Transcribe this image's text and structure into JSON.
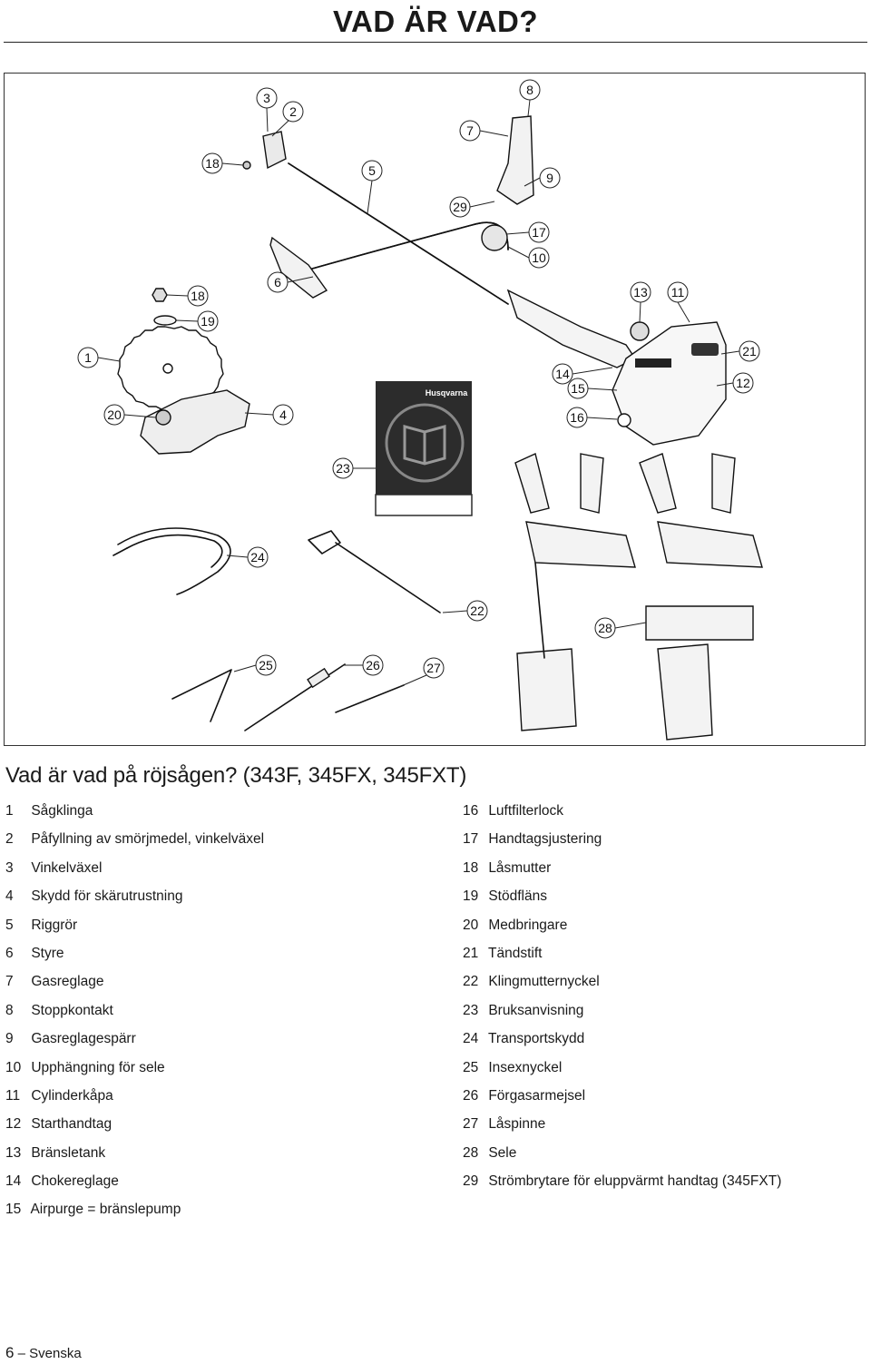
{
  "title": "VAD ÄR VAD?",
  "section_heading": "Vad är vad på röjsågen? (343F, 345FX, 345FXT)",
  "callouts": [
    "1",
    "2",
    "3",
    "4",
    "5",
    "6",
    "7",
    "8",
    "9",
    "10",
    "11",
    "12",
    "13",
    "14",
    "15",
    "16",
    "17",
    "18",
    "19",
    "20",
    "21",
    "22",
    "23",
    "24",
    "25",
    "26",
    "27",
    "28",
    "29"
  ],
  "brand_label": "Husqvarna",
  "parts_left": [
    {
      "num": "1",
      "label": "Sågklinga"
    },
    {
      "num": "2",
      "label": "Påfyllning av smörjmedel, vinkelväxel"
    },
    {
      "num": "3",
      "label": "Vinkelväxel"
    },
    {
      "num": "4",
      "label": "Skydd för skärutrustning"
    },
    {
      "num": "5",
      "label": "Riggrör"
    },
    {
      "num": "6",
      "label": "Styre"
    },
    {
      "num": "7",
      "label": "Gasreglage"
    },
    {
      "num": "8",
      "label": "Stoppkontakt"
    },
    {
      "num": "9",
      "label": "Gasreglagespärr"
    },
    {
      "num": "10",
      "label": "Upphängning för sele"
    },
    {
      "num": "11",
      "label": "Cylinderkåpa"
    },
    {
      "num": "12",
      "label": "Starthandtag"
    },
    {
      "num": "13",
      "label": "Bränsletank"
    },
    {
      "num": "14",
      "label": "Chokereglage"
    },
    {
      "num": "15",
      "label": "Airpurge = bränslepump"
    }
  ],
  "parts_right": [
    {
      "num": "16",
      "label": "Luftfilterlock"
    },
    {
      "num": "17",
      "label": "Handtagsjustering"
    },
    {
      "num": "18",
      "label": "Låsmutter"
    },
    {
      "num": "19",
      "label": "Stödfläns"
    },
    {
      "num": "20",
      "label": "Medbringare"
    },
    {
      "num": "21",
      "label": "Tändstift"
    },
    {
      "num": "22",
      "label": "Klingmutternyckel"
    },
    {
      "num": "23",
      "label": "Bruksanvisning"
    },
    {
      "num": "24",
      "label": "Transportskydd"
    },
    {
      "num": "25",
      "label": "Insexnyckel"
    },
    {
      "num": "26",
      "label": "Förgasarmejsel"
    },
    {
      "num": "27",
      "label": "Låspinne"
    },
    {
      "num": "28",
      "label": "Sele"
    },
    {
      "num": "29",
      "label": "Strömbrytare för eluppvärmt handtag (345FXT)"
    }
  ],
  "footer": {
    "page_number": "6",
    "dash": "–",
    "language": "Svenska"
  }
}
